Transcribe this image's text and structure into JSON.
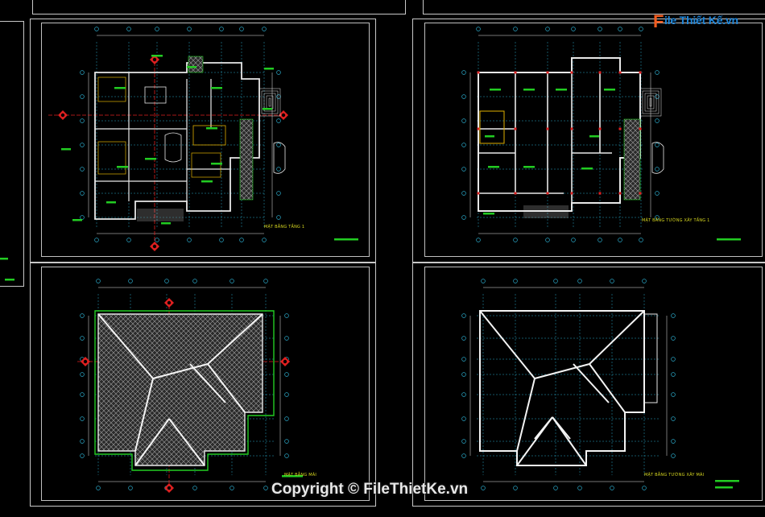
{
  "drawing": {
    "plans": [
      {
        "id": "plan-1",
        "label": "MẶT BẰNG TẦNG 1"
      },
      {
        "id": "plan-2",
        "label": "MẶT BẰNG TƯỜNG XÂY TẦNG 1"
      },
      {
        "id": "plan-3",
        "label": "MẶT BẰNG MÁI"
      },
      {
        "id": "plan-4",
        "label": "MẶT BẰNG TƯỜNG XÂY MÁI"
      }
    ]
  },
  "watermark": {
    "text": "Copyright © FileThietKe.vn"
  },
  "logo": {
    "f": "F",
    "rest": "ile Thiết Kế.vn"
  },
  "colors": {
    "background": "#000000",
    "frame": "#c8c8c8",
    "wall": "#e8e8e8",
    "green": "#22cc22",
    "red": "#e02020",
    "cyan": "#2aa8c8",
    "yellow": "#d8d820",
    "logo_orange": "#f25c1f",
    "logo_blue": "#1f86d9"
  }
}
